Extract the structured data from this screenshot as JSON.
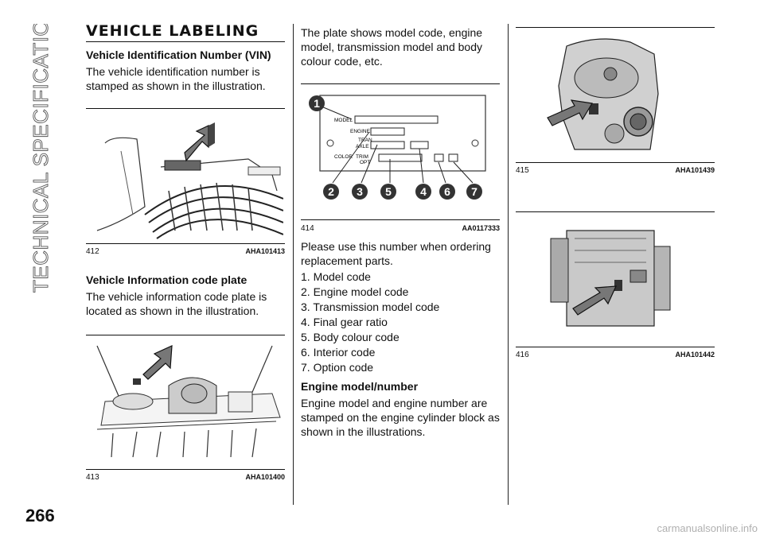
{
  "side_title": "TECHNICAL SPECIFICATIONS",
  "page_number": "266",
  "col1": {
    "heading": "VEHICLE LABELING",
    "sub1": "Vehicle Identification Number (VIN)",
    "para1": "The vehicle identification number is stamped as shown in the illustration.",
    "fig412": {
      "num": "412",
      "code": "AHA101413"
    },
    "sub2": "Vehicle Information code plate",
    "para2": "The vehicle information code plate is located as shown in the illustration.",
    "fig413": {
      "num": "413",
      "code": "AHA101400"
    }
  },
  "col2": {
    "para1": "The plate shows model code, engine model, transmission model and body colour code, etc.",
    "fig414": {
      "num": "414",
      "code": "AA0117333",
      "plate_labels": {
        "model": "MODEL",
        "engine": "ENGINE",
        "tran": "TRAN",
        "axle": "AXLE",
        "color": "COLOR",
        "trim": "TRIM",
        "opt": "OPT"
      },
      "callouts": [
        "1",
        "2",
        "3",
        "5",
        "4",
        "6",
        "7"
      ]
    },
    "para2": "Please use this number when ordering replacement parts.",
    "list": [
      "1. Model code",
      "2. Engine model code",
      "3. Transmission model code",
      "4. Final gear ratio",
      "5. Body colour code",
      "6. Interior code",
      "7. Option code"
    ],
    "sub3": "Engine model/number",
    "para3": "Engine model and engine number are stamped on the engine cylinder block as shown in the illustrations."
  },
  "col3": {
    "fig415": {
      "num": "415",
      "code": "AHA101439"
    },
    "fig416": {
      "num": "416",
      "code": "AHA101442"
    }
  },
  "watermark": "carmanualsonline.info"
}
